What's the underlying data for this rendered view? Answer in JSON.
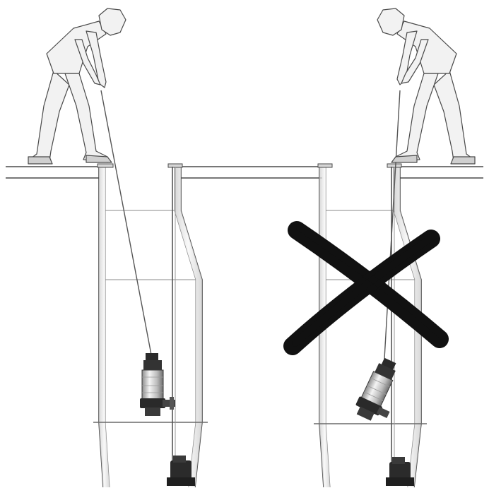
{
  "figure": {
    "panels": [
      {
        "id": "correct",
        "status": "correct"
      },
      {
        "id": "incorrect",
        "status": "incorrect",
        "mark": "cross-mark"
      }
    ],
    "colors": {
      "outline": "#4a4a4a",
      "wall_fill": "#e4e4e4",
      "wall_shade": "#c9c9c9",
      "figure_fill": "#f2f2f2",
      "pump_dark": "#2a2a2a",
      "pump_metal": "#bdbdbd",
      "cross": "#111111"
    }
  }
}
